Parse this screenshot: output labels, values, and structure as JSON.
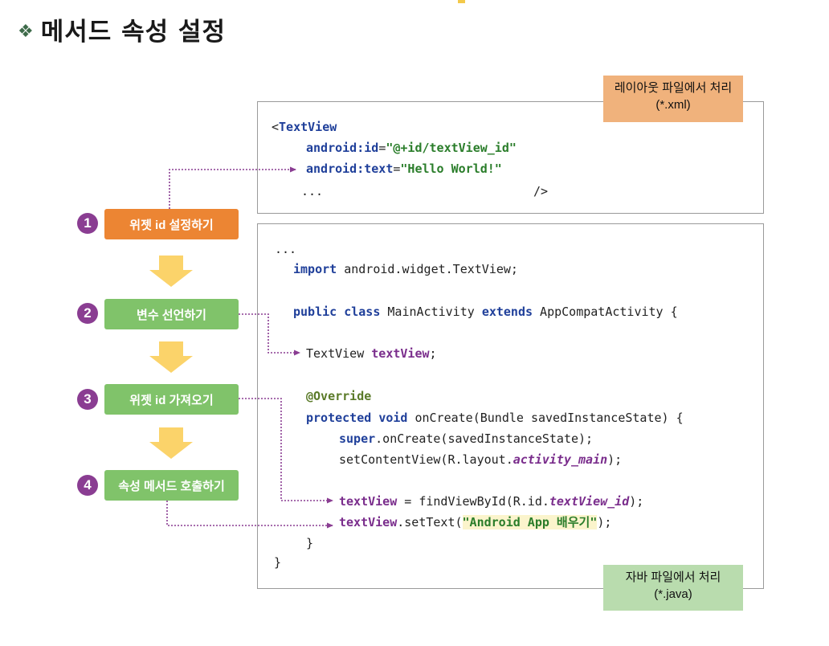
{
  "title": "메서드 속성 설정",
  "title_bullet": "❖",
  "colors": {
    "orange_tag": "#f0b27c",
    "green_tag": "#b9dcae",
    "step_orange": "#ec8533",
    "step_green": "#80c36a",
    "number_badge": "#8a3d92",
    "arrow_yellow": "#fbd36a",
    "connector": "#8a3d92"
  },
  "xml_box": {
    "tag_line1": "레이아웃 파일에서 처리",
    "tag_line2": "(*.xml)",
    "l1": {
      "p1": "<",
      "p2": "TextView"
    },
    "l2": {
      "p1": "android:",
      "p2": "id",
      "p3": "=",
      "p4": "\"@+id/textView_id\""
    },
    "l3": {
      "p1": "android:",
      "p2": "text",
      "p3": "=",
      "p4": "\"Hello World!\""
    },
    "l4": {
      "p1": "...",
      "p2": "/>"
    }
  },
  "java_box": {
    "tag_line1": "자바 파일에서 처리",
    "tag_line2": "(*.java)",
    "l1": "...",
    "l2": {
      "p1": "import",
      "p2": " android.widget.TextView;"
    },
    "l3": {
      "p1": "public",
      "p2": " ",
      "p3": "class",
      "p4": " MainActivity ",
      "p5": "extends",
      "p6": " AppCompatActivity {"
    },
    "l4": {
      "p1": "TextView ",
      "p2": "textView",
      "p3": ";"
    },
    "l5": "@Override",
    "l6": {
      "p1": "protected",
      "p2": " ",
      "p3": "void",
      "p4": " onCreate(Bundle savedInstanceState) {"
    },
    "l7": {
      "p1": "super",
      "p2": ".onCreate(savedInstanceState);"
    },
    "l8": {
      "p1": "setContentView(R.layout.",
      "p2": "activity_main",
      "p3": ");"
    },
    "l9": {
      "p1": "textView",
      "p2": " = findViewById(R.id.",
      "p3": "textView_id",
      "p4": ");"
    },
    "l10": {
      "p1": "textView",
      "p2": ".setText(",
      "p3": "\"Android App 배우기\"",
      "p4": ");"
    },
    "l11": "}",
    "l12": "}"
  },
  "steps": [
    {
      "number": "1",
      "label": "위젯 id 설정하기"
    },
    {
      "number": "2",
      "label": "변수 선언하기"
    },
    {
      "number": "3",
      "label": "위젯 id 가져오기"
    },
    {
      "number": "4",
      "label": "속성 메서드 호출하기"
    }
  ]
}
